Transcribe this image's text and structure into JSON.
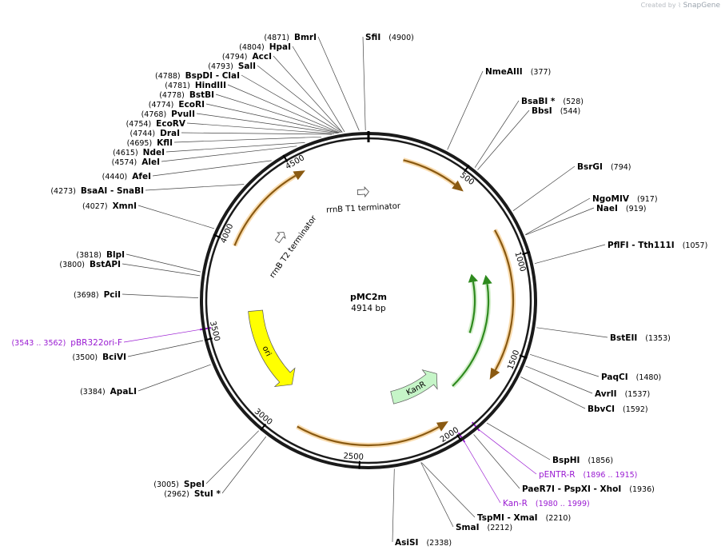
{
  "brand": {
    "created_by": "Created by",
    "product": "SnapGene"
  },
  "plasmid": {
    "name": "pMC2m",
    "length_label": "4914 bp",
    "length": 4914
  },
  "ticks": [
    {
      "bp": 500,
      "label": "500"
    },
    {
      "bp": 1000,
      "label": "1000"
    },
    {
      "bp": 1500,
      "label": "1500"
    },
    {
      "bp": 2000,
      "label": "2000"
    },
    {
      "bp": 2500,
      "label": "2500"
    },
    {
      "bp": 3000,
      "label": "3000"
    },
    {
      "bp": 3500,
      "label": "3500"
    },
    {
      "bp": 4000,
      "label": "4000"
    },
    {
      "bp": 4500,
      "label": "4500"
    }
  ],
  "features": [
    {
      "name": "rrnB T1 terminator",
      "type": "terminator",
      "color": "#ffffff",
      "bp": 4870
    },
    {
      "name": "rrnB T2 terminator",
      "type": "terminator",
      "color": "#ffffff",
      "bp": 4170
    },
    {
      "name": "ori",
      "type": "rep_origin",
      "color": "#ffff00",
      "start": 3035,
      "end": 3615,
      "strand": -1
    },
    {
      "name": "KanR",
      "type": "cds",
      "color": "#c6f5c8",
      "start": 1870,
      "end": 2270,
      "strand": -1
    },
    {
      "name": "",
      "type": "orange_arc",
      "color": "#e8a43c",
      "start": 190,
      "end": 560,
      "strand": 1
    },
    {
      "name": "",
      "type": "orange_arc",
      "color": "#e8a43c",
      "start": 830,
      "end": 1680,
      "strand": 1
    },
    {
      "name": "",
      "type": "orange_arc",
      "color": "#e8a43c",
      "start": 2000,
      "end": 2860,
      "strand": -1
    },
    {
      "name": "",
      "type": "orange_arc",
      "color": "#e8a43c",
      "start": 3990,
      "end": 4560,
      "strand": 1
    },
    {
      "name": "",
      "type": "green_arc",
      "color": "#2e8a1e",
      "start": 1060,
      "end": 1850,
      "strand": -1
    },
    {
      "name": "",
      "type": "green_arc",
      "color": "#2e8a1e",
      "start": 1030,
      "end": 1470,
      "strand": -1
    }
  ],
  "enzymes": [
    {
      "name": "BmrI",
      "pos": "(4871)",
      "bp": 4871
    },
    {
      "name": "HpaI",
      "pos": "(4804)",
      "bp": 4804
    },
    {
      "name": "AccI",
      "pos": "(4794)",
      "bp": 4794
    },
    {
      "name": "SalI",
      "pos": "(4793)",
      "bp": 4793
    },
    {
      "name": "BspDI  - ClaI",
      "pos": "(4788)",
      "bp": 4788
    },
    {
      "name": "HindIII",
      "pos": "(4781)",
      "bp": 4781
    },
    {
      "name": "BstBI",
      "pos": "(4778)",
      "bp": 4778
    },
    {
      "name": "EcoRI",
      "pos": "(4774)",
      "bp": 4774
    },
    {
      "name": "PvuII",
      "pos": "(4768)",
      "bp": 4768
    },
    {
      "name": "EcoRV",
      "pos": "(4754)",
      "bp": 4754
    },
    {
      "name": "DraI",
      "pos": "(4744)",
      "bp": 4744
    },
    {
      "name": "KflI",
      "pos": "(4695)",
      "bp": 4695
    },
    {
      "name": "NdeI",
      "pos": "(4615)",
      "bp": 4615
    },
    {
      "name": "AleI",
      "pos": "(4574)",
      "bp": 4574
    },
    {
      "name": "AfeI",
      "pos": "(4440)",
      "bp": 4440
    },
    {
      "name": "BsaAI  - SnaBI",
      "pos": "(4273)",
      "bp": 4273
    },
    {
      "name": "XmnI",
      "pos": "(4027)",
      "bp": 4027
    },
    {
      "name": "BlpI",
      "pos": "(3818)",
      "bp": 3818
    },
    {
      "name": "BstAPI",
      "pos": "(3800)",
      "bp": 3800
    },
    {
      "name": "PciI",
      "pos": "(3698)",
      "bp": 3698
    },
    {
      "name": "BciVI",
      "pos": "(3500)",
      "bp": 3500
    },
    {
      "name": "ApaLI",
      "pos": "(3384)",
      "bp": 3384
    },
    {
      "name": "SpeI",
      "pos": "(3005)",
      "bp": 3005
    },
    {
      "name": "StuI *",
      "pos": "(2962)",
      "bp": 2962
    },
    {
      "name": "SfiI",
      "pos": "(4900)",
      "bp": 4900
    },
    {
      "name": "NmeAIII",
      "pos": "(377)",
      "bp": 377
    },
    {
      "name": "BsaBI *",
      "pos": "(528)",
      "bp": 528
    },
    {
      "name": "BbsI",
      "pos": "(544)",
      "bp": 544
    },
    {
      "name": "BsrGI",
      "pos": "(794)",
      "bp": 794
    },
    {
      "name": "NgoMIV",
      "pos": "(917)",
      "bp": 917
    },
    {
      "name": "NaeI",
      "pos": "(919)",
      "bp": 919
    },
    {
      "name": "PflFI  - Tth111I",
      "pos": "(1057)",
      "bp": 1057
    },
    {
      "name": "BstEII",
      "pos": "(1353)",
      "bp": 1353
    },
    {
      "name": "PaqCI",
      "pos": "(1480)",
      "bp": 1480
    },
    {
      "name": "AvrII",
      "pos": "(1537)",
      "bp": 1537
    },
    {
      "name": "BbvCI",
      "pos": "(1592)",
      "bp": 1592
    },
    {
      "name": "BspHI",
      "pos": "(1856)",
      "bp": 1856
    },
    {
      "name": "PaeR7I  - PspXI  - XhoI",
      "pos": "(1936)",
      "bp": 1936
    },
    {
      "name": "TspMI  - XmaI",
      "pos": "(2210)",
      "bp": 2210
    },
    {
      "name": "SmaI",
      "pos": "(2212)",
      "bp": 2212
    },
    {
      "name": "AsiSI",
      "pos": "(2338)",
      "bp": 2338
    }
  ],
  "primers": [
    {
      "name": "pBR322ori-F",
      "pos": "(3543 .. 3562)",
      "bp": 3552
    },
    {
      "name": "pENTR-R",
      "pos": "(1896 .. 1915)",
      "bp": 1905
    },
    {
      "name": "Kan-R",
      "pos": "(1980 .. 1999)",
      "bp": 1990
    }
  ]
}
